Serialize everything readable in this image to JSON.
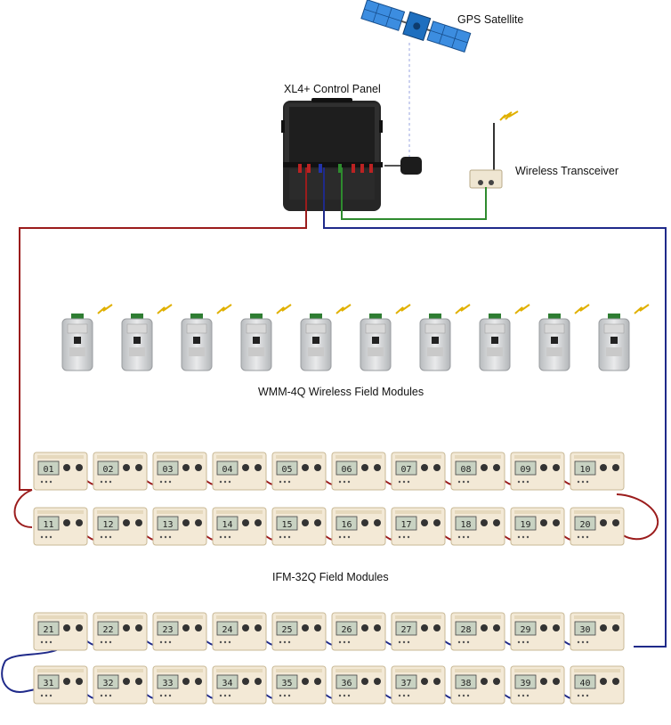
{
  "labels": {
    "gps": "GPS Satellite",
    "control_panel": "XL4+ Control Panel",
    "transceiver": "Wireless Transceiver",
    "wmm": "WMM-4Q Wireless Field Modules",
    "ifm": "IFM-32Q Field Modules"
  },
  "ifm_modules": [
    "01",
    "02",
    "03",
    "04",
    "05",
    "06",
    "07",
    "08",
    "09",
    "10",
    "11",
    "12",
    "13",
    "14",
    "15",
    "16",
    "17",
    "18",
    "19",
    "20",
    "21",
    "22",
    "23",
    "24",
    "25",
    "26",
    "27",
    "28",
    "29",
    "30",
    "31",
    "32",
    "33",
    "34",
    "35",
    "36",
    "37",
    "38",
    "39",
    "40"
  ],
  "wmm_count": 10,
  "colors": {
    "red_loop": "#9b1c1c",
    "blue_loop": "#1f2a8a",
    "green_link": "#2e8b2e",
    "gps_link": "#9aa6e0"
  }
}
